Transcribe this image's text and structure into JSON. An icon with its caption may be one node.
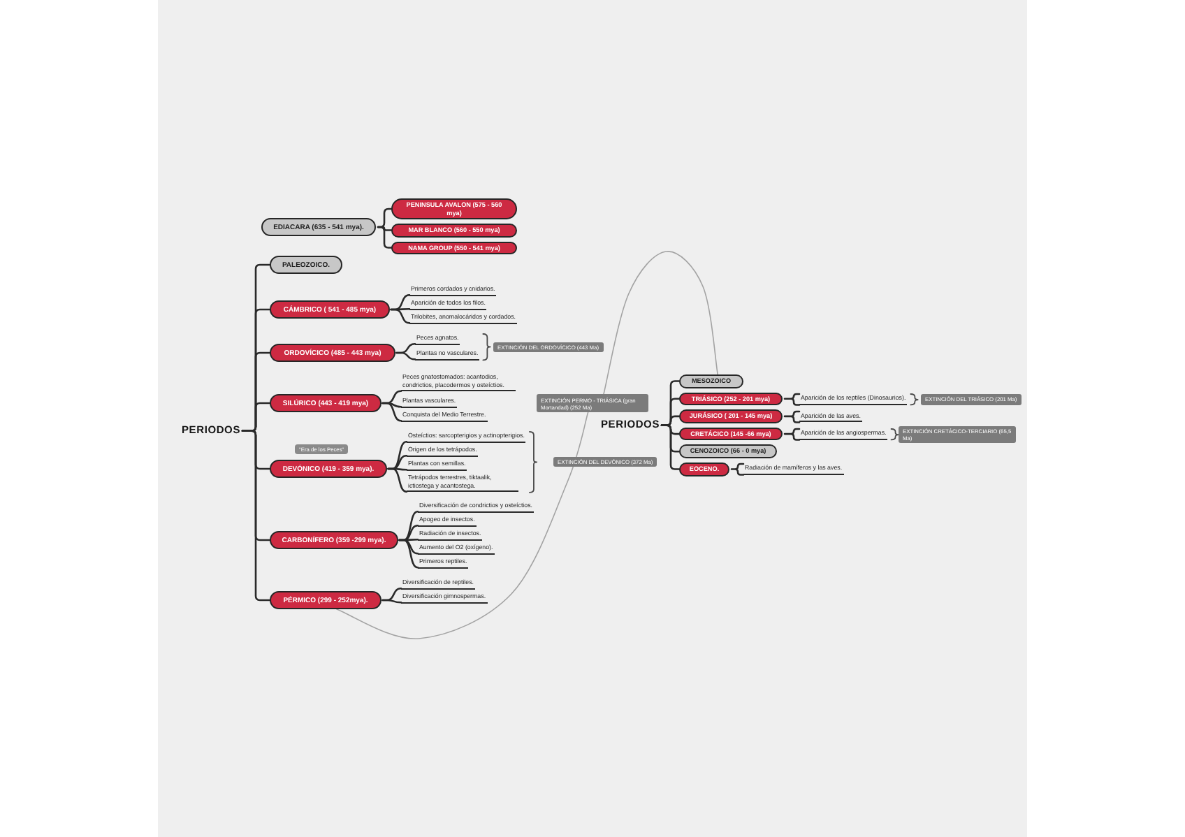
{
  "diagram": {
    "nodes": [
      {
        "text": [
          "PERIODOS"
        ]
      },
      {
        "text": [
          "EDIACARA (635 - 541 mya)."
        ]
      },
      {
        "text": [
          "PENINSULA AVALON (575 - 560 mya)"
        ]
      },
      {
        "text": [
          "MAR BLANCO (560 - 550 mya)"
        ]
      },
      {
        "text": [
          "NAMA GROUP (550 - 541 mya)"
        ]
      },
      {
        "text": [
          "PALEOZOICO."
        ]
      },
      {
        "text": [
          "CÁMBRICO ( 541 - 485 mya)"
        ]
      },
      {
        "text": [
          "Primeros cordados y cnidarios."
        ]
      },
      {
        "text": [
          "Aparición de todos los filos."
        ]
      },
      {
        "text": [
          "Trilobites, anomalocáridos y cordados."
        ]
      },
      {
        "text": [
          "ORDOVÍCICO (485 - 443 mya)"
        ]
      },
      {
        "text": [
          "Peces agnatos."
        ]
      },
      {
        "text": [
          "Plantas no vasculares."
        ]
      },
      {
        "text": [
          "EXTINCIÓN DEL ORDOVÍCICO (443 Ma)"
        ]
      },
      {
        "text": [
          "SILÚRICO (443 - 419 mya)"
        ]
      },
      {
        "text": [
          "Peces gnatostomados: acantodios, condrictios, placodermos y osteíctios."
        ]
      },
      {
        "text": [
          "Plantas vasculares."
        ]
      },
      {
        "text": [
          "Conquista del Medio Terrestre."
        ]
      },
      {
        "text": [
          "DEVÓNICO (419 - 359 mya)."
        ],
        "beside": [
          "\"Era de los Peces\""
        ]
      },
      {
        "text": [
          "Osteíctios: sarcopterigios y actinopterigios."
        ]
      },
      {
        "text": [
          "Origen de los tetrápodos."
        ]
      },
      {
        "text": [
          "Plantas con semillas."
        ]
      },
      {
        "text": [
          "Tetrápodos terrestres, tiktaalik, ictiostega y acantostega."
        ]
      },
      {
        "text": [
          "EXTINCIÓN DEL DEVÓNICO (372 Ma)"
        ]
      },
      {
        "text": [
          "CARBONÍFERO (359 -299 mya)."
        ]
      },
      {
        "text": [
          "Diversificación de condrictios y osteíctios."
        ]
      },
      {
        "text": [
          "Apogeo de insectos."
        ]
      },
      {
        "text": [
          "Radiación de insectos."
        ]
      },
      {
        "text": [
          "Aumento del O2 (oxígeno)."
        ]
      },
      {
        "text": [
          "Primeros reptiles."
        ]
      },
      {
        "text": [
          "PÉRMICO (299 - 252mya)."
        ]
      },
      {
        "text": [
          "Diversificación de reptiles."
        ]
      },
      {
        "text": [
          "Diversificación gimnospermas."
        ]
      },
      {
        "text": [
          "EXTINCIÓN PERMO - TRIÁSICA (gran Mortandad) (252 Ma)"
        ]
      },
      {
        "text": [
          "PERIODOS"
        ]
      },
      {
        "text": [
          "MESOZOICO"
        ]
      },
      {
        "text": [
          "TRIÁSICO (252 - 201 mya)"
        ]
      },
      {
        "text": [
          "Aparición de los reptiles (Dinosaurios)."
        ]
      },
      {
        "text": [
          "EXTINCIÓN DEL TRIÁSICO (201 Ma)"
        ]
      },
      {
        "text": [
          "JURÁSICO ( 201 - 145 mya)"
        ]
      },
      {
        "text": [
          "Aparición de las aves."
        ]
      },
      {
        "text": [
          "CRETÁCICO (145 -66 mya)"
        ]
      },
      {
        "text": [
          "Aparición de las angiospermas."
        ]
      },
      {
        "text": [
          "EXTINCIÓN CRETÁCICO-TERCIARIO (65,5 Ma)"
        ]
      },
      {
        "text": [
          "CENOZOICO (66 - 0 mya)"
        ]
      },
      {
        "text": [
          "EOCENO."
        ]
      },
      {
        "text": [
          "Radiación de mamíferos y las aves."
        ]
      }
    ],
    "edges": [
      {
        "from": 1,
        "to": 2,
        "arrow": "none"
      },
      {
        "from": 1,
        "to": 3,
        "arrow": "none"
      },
      {
        "from": 1,
        "to": 4,
        "arrow": "none"
      },
      {
        "from": 0,
        "to": 5,
        "arrow": "none"
      },
      {
        "from": 0,
        "to": 6,
        "arrow": "none"
      },
      {
        "from": 0,
        "to": 10,
        "arrow": "none"
      },
      {
        "from": 0,
        "to": 14,
        "arrow": "none"
      },
      {
        "from": 0,
        "to": 18,
        "arrow": "none"
      },
      {
        "from": 0,
        "to": 24,
        "arrow": "none"
      },
      {
        "from": 0,
        "to": 30,
        "arrow": "none"
      },
      {
        "from": 6,
        "to": 7,
        "arrow": "none"
      },
      {
        "from": 6,
        "to": 8,
        "arrow": "none"
      },
      {
        "from": 6,
        "to": 9,
        "arrow": "none"
      },
      {
        "from": 10,
        "to": 11,
        "arrow": "none"
      },
      {
        "from": 10,
        "to": 12,
        "arrow": "none"
      },
      {
        "from": 14,
        "to": 15,
        "arrow": "none"
      },
      {
        "from": 14,
        "to": 16,
        "arrow": "none"
      },
      {
        "from": 14,
        "to": 17,
        "arrow": "none"
      },
      {
        "from": 18,
        "to": 19,
        "arrow": "none"
      },
      {
        "from": 18,
        "to": 20,
        "arrow": "none"
      },
      {
        "from": 18,
        "to": 21,
        "arrow": "none"
      },
      {
        "from": 18,
        "to": 22,
        "arrow": "none"
      },
      {
        "from": 24,
        "to": 25,
        "arrow": "none"
      },
      {
        "from": 24,
        "to": 26,
        "arrow": "none"
      },
      {
        "from": 24,
        "to": 27,
        "arrow": "none"
      },
      {
        "from": 24,
        "to": 28,
        "arrow": "none"
      },
      {
        "from": 24,
        "to": 29,
        "arrow": "none"
      },
      {
        "from": 30,
        "to": 31,
        "arrow": "none"
      },
      {
        "from": 30,
        "to": 32,
        "arrow": "none"
      },
      {
        "from": 30,
        "to": 33,
        "arrow": "none",
        "color": "#a3a3a3"
      },
      {
        "from": 33,
        "to": 35,
        "arrow": "none",
        "color": "#a3a3a3"
      },
      {
        "from": 34,
        "to": 35,
        "arrow": "none"
      },
      {
        "from": 34,
        "to": 36,
        "arrow": "none"
      },
      {
        "from": 34,
        "to": 39,
        "arrow": "none"
      },
      {
        "from": 34,
        "to": 41,
        "arrow": "none"
      },
      {
        "from": 34,
        "to": 44,
        "arrow": "none"
      },
      {
        "from": 34,
        "to": 45,
        "arrow": "none"
      },
      {
        "from": 36,
        "to": 37,
        "arrow": "none"
      },
      {
        "from": 39,
        "to": 40,
        "arrow": "none"
      },
      {
        "from": 41,
        "to": 42,
        "arrow": "none"
      },
      {
        "from": 45,
        "to": 46,
        "arrow": "none"
      }
    ]
  }
}
